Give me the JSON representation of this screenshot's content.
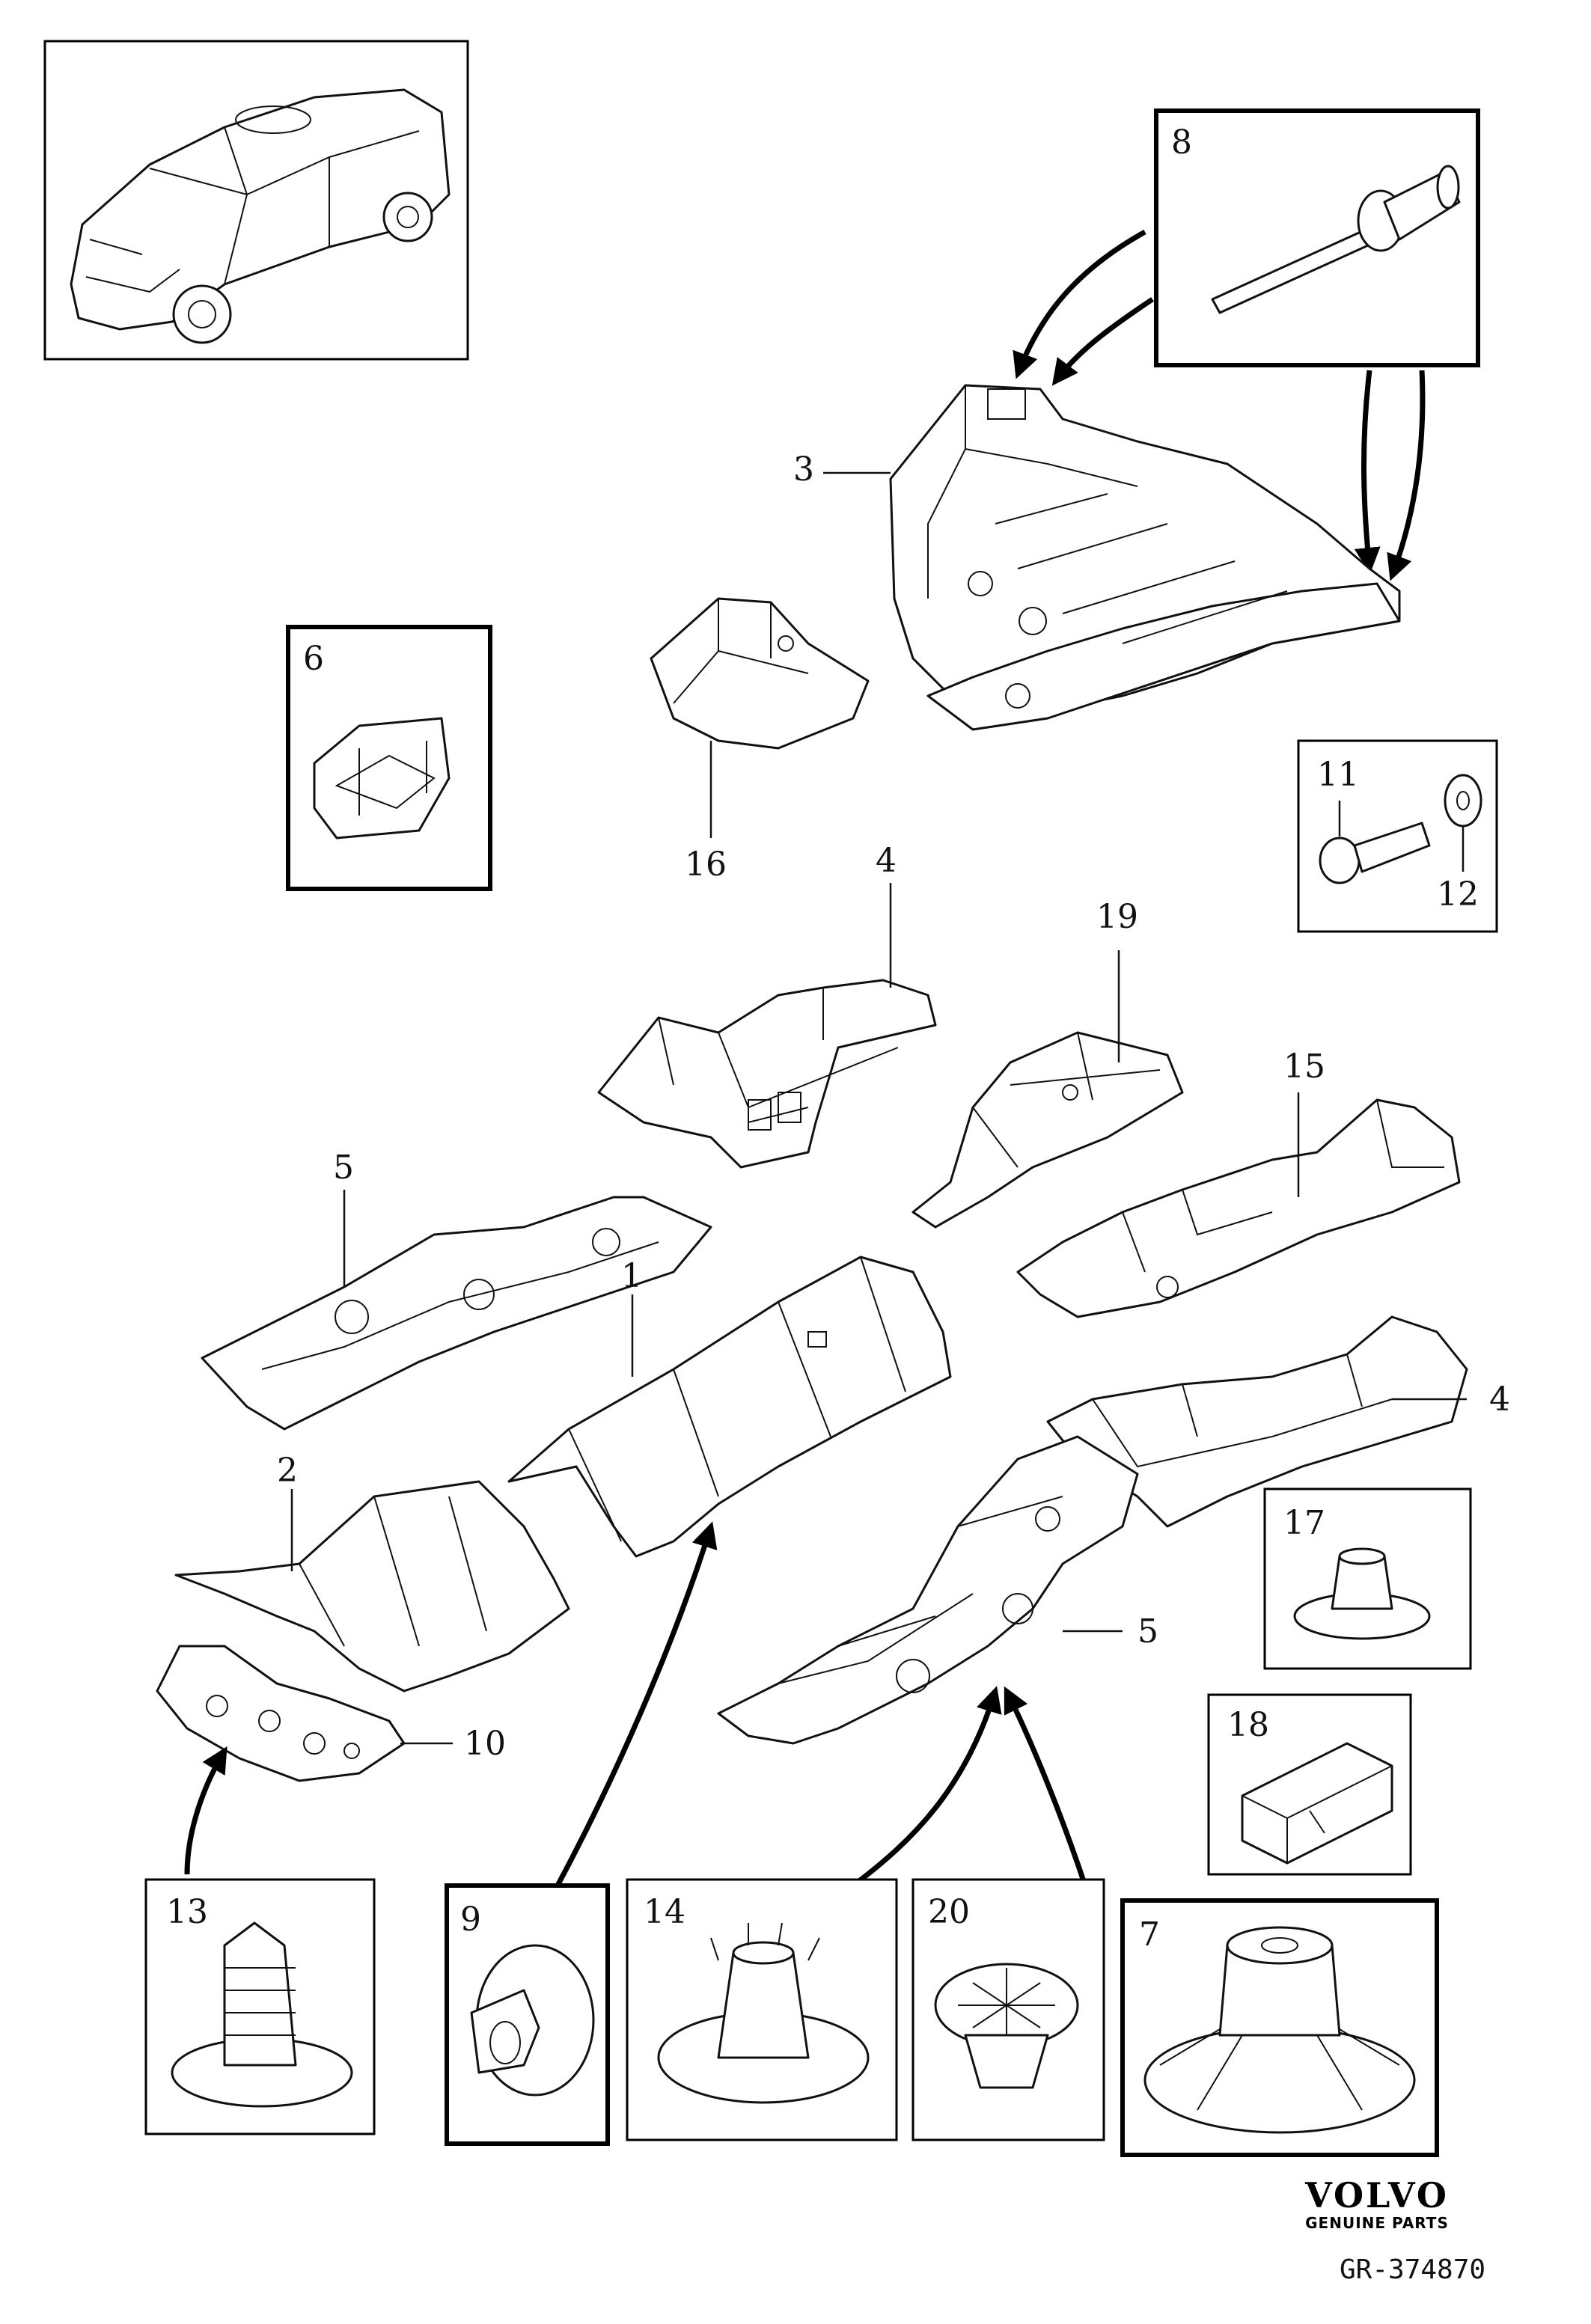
{
  "diagram": {
    "reference": "GR-374870",
    "brand": {
      "name": "VOLVO",
      "subtitle": "GENUINE PARTS"
    },
    "callouts": {
      "c1": "1",
      "c2": "2",
      "c3": "3",
      "c4a": "4",
      "c4b": "4",
      "c5a": "5",
      "c5b": "5",
      "c6": "6",
      "c7": "7",
      "c8": "8",
      "c9": "9",
      "c10": "10",
      "c11": "11",
      "c12": "12",
      "c13": "13",
      "c14": "14",
      "c15": "15",
      "c16": "16",
      "c17": "17",
      "c18": "18",
      "c19": "19",
      "c20": "20"
    },
    "colors": {
      "line": "#111111",
      "background": "#ffffff"
    }
  }
}
